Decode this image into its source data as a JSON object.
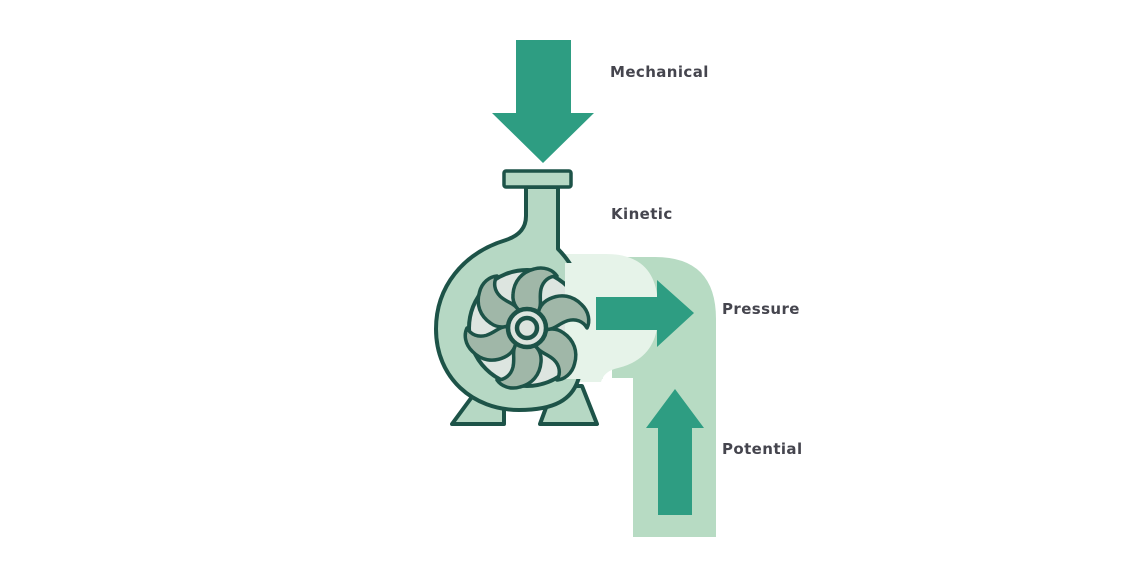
{
  "diagram": {
    "kind": "centrifugal-pump-energy-conversion",
    "stages": [
      {
        "id": "mechanical",
        "label": "Mechanical"
      },
      {
        "id": "kinetic",
        "label": "Kinetic"
      },
      {
        "id": "pressure",
        "label": "Pressure"
      },
      {
        "id": "potential",
        "label": "Potential"
      }
    ],
    "icons": [
      "down-arrow-icon",
      "pump-icon",
      "impeller-icon",
      "right-arrow-icon",
      "pipe-elbow",
      "up-arrow-icon"
    ],
    "colors": {
      "arrow": "#2E9D82",
      "pipe": "#B7DBC3",
      "discharge_glow": "#E6F3E9",
      "pump_body": "#B6D8C4",
      "pump_chamber": "#DDE5E0",
      "impeller_blade": "#A0B7A8",
      "hub": "#DCE4DE",
      "outline": "#1D5348",
      "label_text": "#45454E",
      "background": "#FFFFFF"
    }
  }
}
